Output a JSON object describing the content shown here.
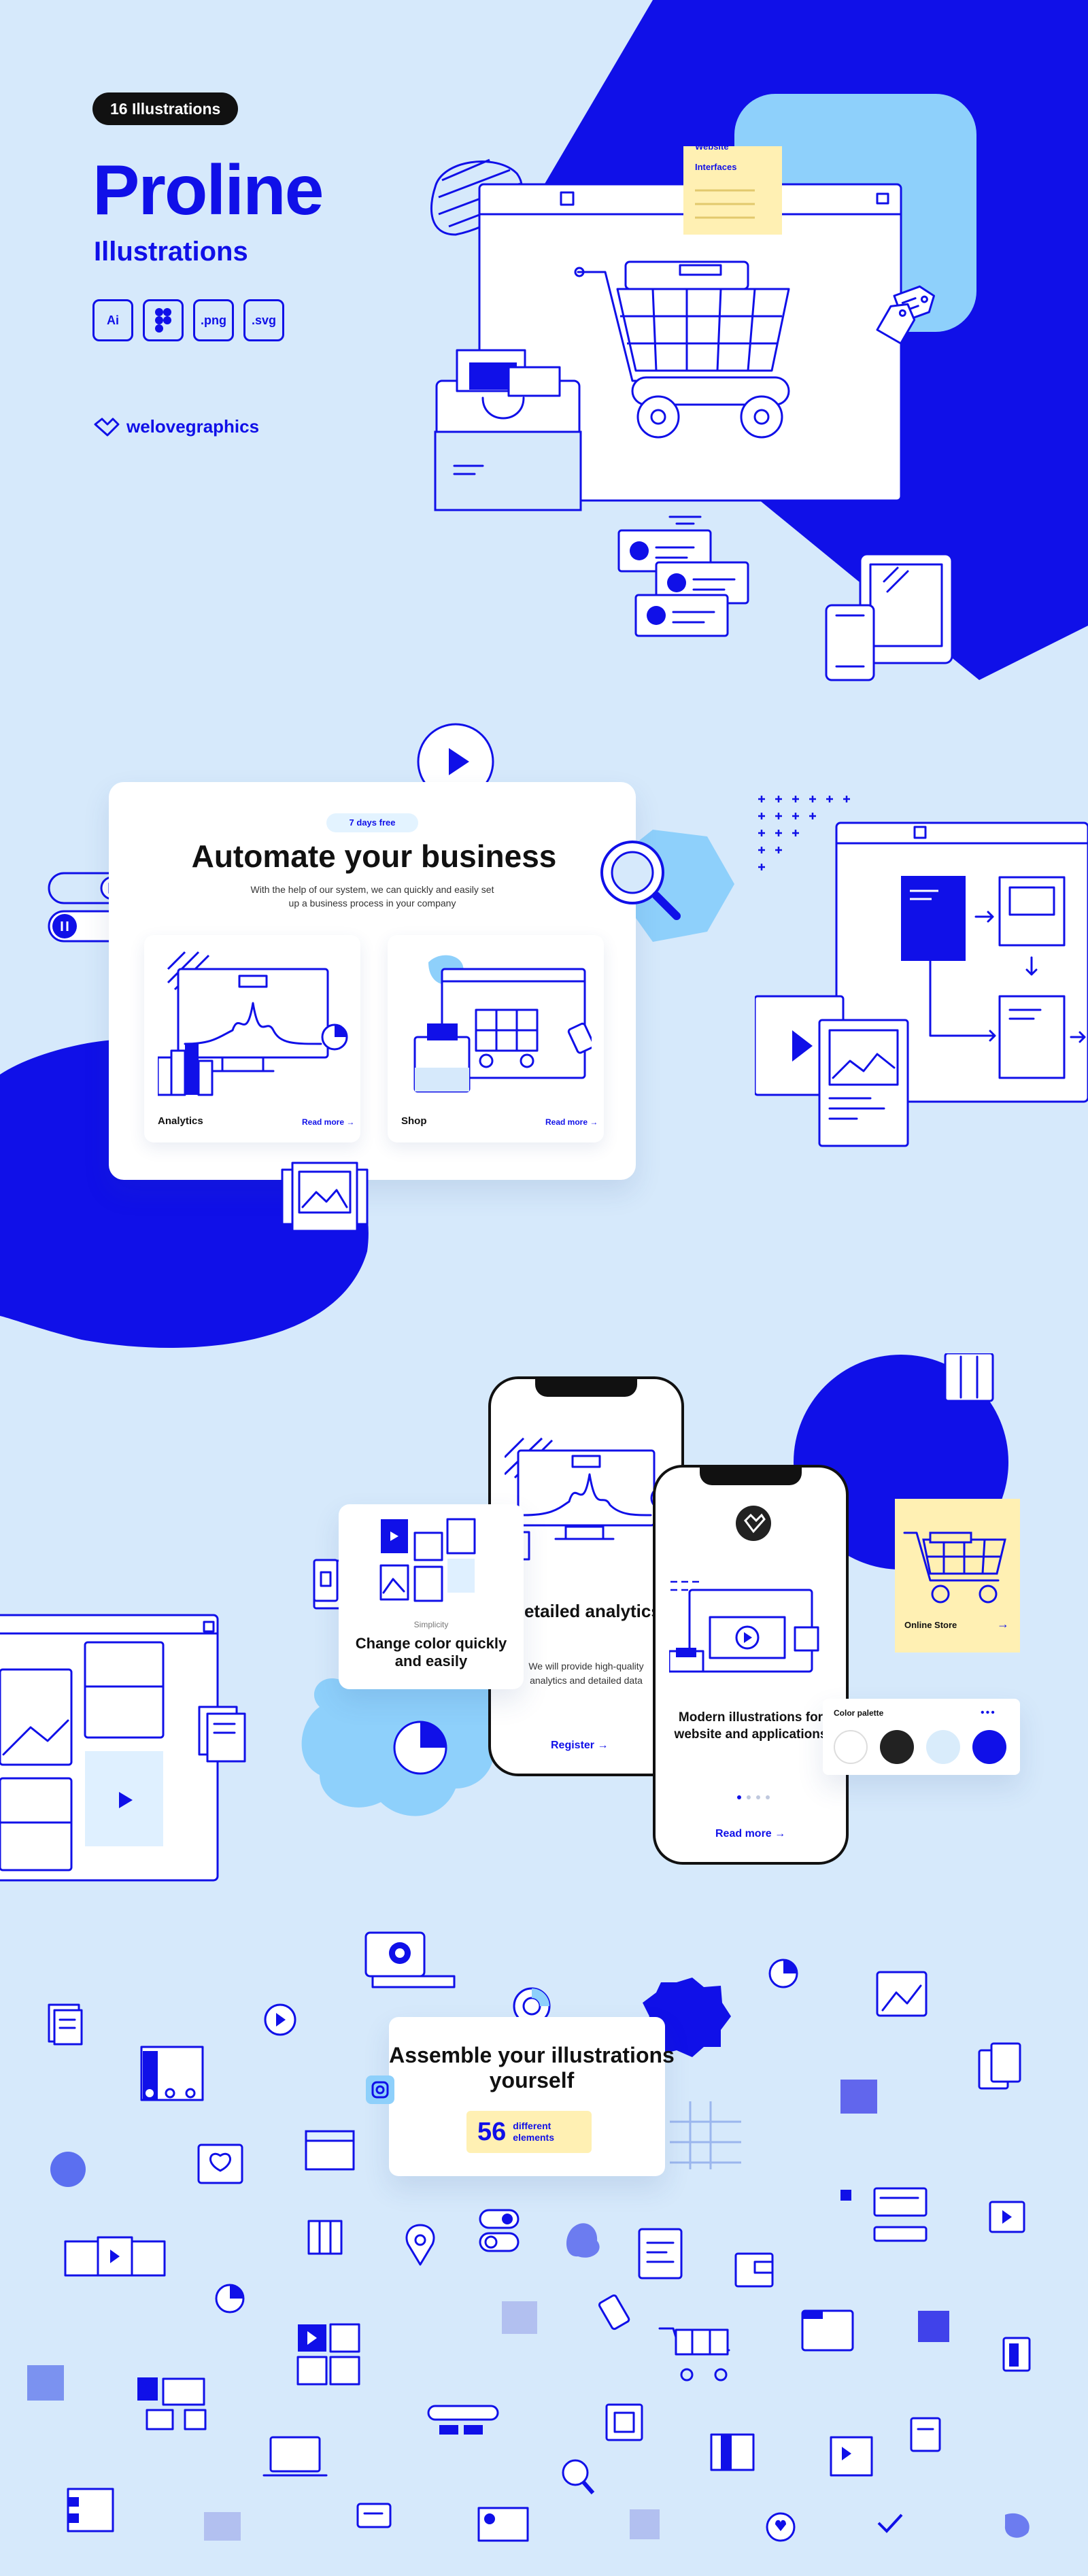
{
  "hero": {
    "badge": "16 Illustrations",
    "title": "Proline",
    "subtitle": "Illustrations",
    "formats": [
      "Ai",
      "",
      ".png",
      ".svg"
    ],
    "brand": "welovegraphics",
    "note_items": [
      "Website",
      "Interfaces"
    ]
  },
  "business_card": {
    "pill": "7 days free",
    "title": "Automate your business",
    "description": "With the help of our system, we can quickly and easily set up a business process in your company",
    "items": [
      {
        "label": "Analytics",
        "link": "Read more"
      },
      {
        "label": "Shop",
        "link": "Read more"
      }
    ]
  },
  "phones": {
    "simplicity_card": {
      "kicker": "Simplicity",
      "title": "Change color quickly and easily"
    },
    "analytics": {
      "title": "Detailed analytics",
      "text": "We will provide high-quality analytics and detailed data",
      "link": "Register"
    },
    "modern": {
      "title": "Modern illustrations for website and applications",
      "link": "Read more"
    },
    "store": {
      "label": "Online Store"
    },
    "palette": {
      "label": "Color palette",
      "colors": [
        "#ffffff",
        "#222222",
        "#d9ecfb",
        "#1010e8"
      ]
    }
  },
  "assemble": {
    "title": "Assemble your illustrations yourself",
    "count": "56",
    "count_label": "different elements"
  },
  "colors": {
    "accent": "#1010e8",
    "light": "#8ed0fb",
    "bg": "#d6e9fb",
    "yellow": "#fff0b3"
  }
}
